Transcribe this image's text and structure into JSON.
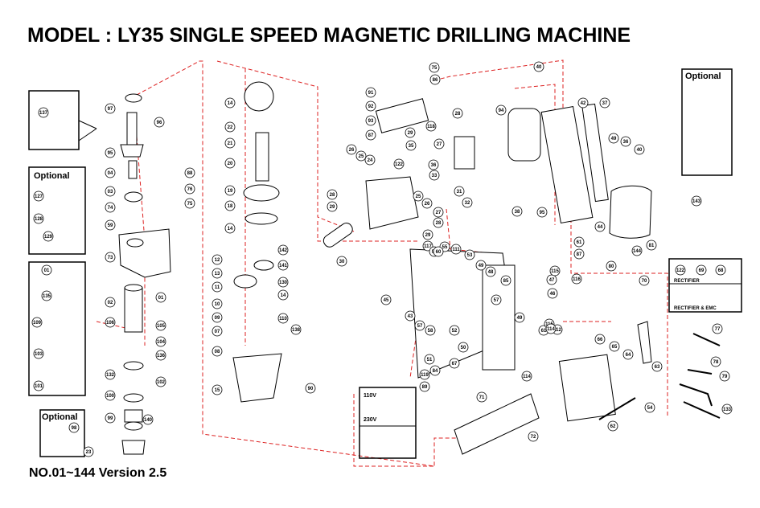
{
  "title": "MODEL : LY35 SINGLE SPEED MAGNETIC DRILLING MACHINE",
  "footer": "NO.01~144  Version 2.5",
  "boxes": {
    "optional_1": "Optional",
    "optional_2": "Optional",
    "optional_3": "Optional",
    "rectifier": "RECTIFIER",
    "rectifier_emc": "RECTIFIER & EMC",
    "v110": "110V",
    "v230": "230V"
  },
  "part_labels": [
    "137",
    "97",
    "96",
    "95",
    "04",
    "03",
    "74",
    "59",
    "73",
    "88",
    "76",
    "75",
    "127",
    "128",
    "129",
    "01",
    "135",
    "02",
    "01",
    "109",
    "106",
    "105",
    "104",
    "136",
    "103",
    "102",
    "132",
    "101",
    "100",
    "99",
    "140",
    "98",
    "23",
    "14",
    "22",
    "21",
    "20",
    "19",
    "18",
    "14",
    "12",
    "13",
    "11",
    "10",
    "09",
    "07",
    "08",
    "15",
    "142",
    "141",
    "130",
    "14",
    "110",
    "138",
    "90",
    "91",
    "92",
    "93",
    "87",
    "75",
    "86",
    "118",
    "28",
    "29",
    "35",
    "27",
    "26",
    "25",
    "24",
    "122",
    "36",
    "33",
    "31",
    "32",
    "28",
    "29",
    "25",
    "26",
    "27",
    "28",
    "29",
    "30",
    "117",
    "56",
    "55",
    "111",
    "53",
    "49",
    "48",
    "47",
    "46",
    "45",
    "43",
    "60",
    "57",
    "58",
    "52",
    "50",
    "51",
    "67",
    "119",
    "89",
    "84",
    "71",
    "85",
    "61",
    "114",
    "112",
    "40",
    "49",
    "94",
    "42",
    "37",
    "36",
    "40",
    "95",
    "38",
    "44",
    "61",
    "87",
    "81",
    "80",
    "144",
    "116",
    "70",
    "115",
    "122",
    "69",
    "68",
    "66",
    "65",
    "64",
    "63",
    "62",
    "54",
    "77",
    "78",
    "79",
    "133",
    "72",
    "143",
    "57",
    "49",
    "115",
    "114"
  ]
}
